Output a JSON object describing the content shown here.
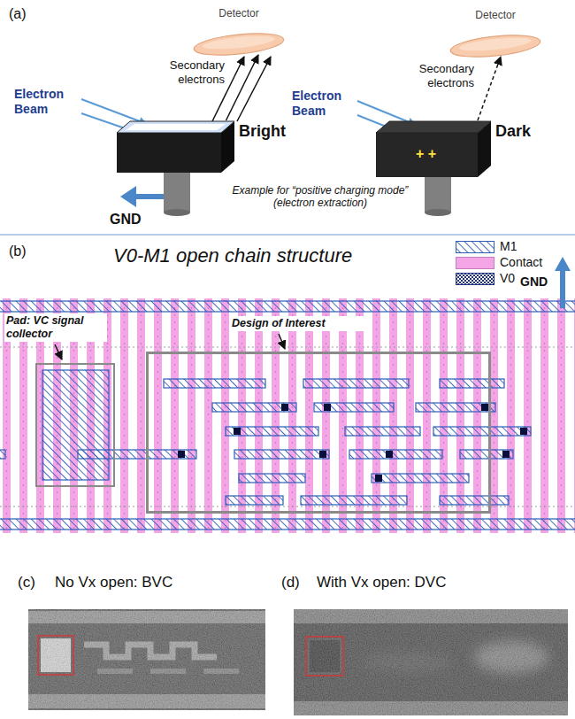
{
  "diagram": {
    "nodes": [
      {
        "text": [
          "Detector"
        ]
      },
      {
        "text": [
          "Detector"
        ]
      },
      {
        "text": [
          "Bright"
        ]
      },
      {
        "text": [
          "+ +",
          "Dark"
        ]
      },
      {
        "text": [
          "Pad: VC signal collector"
        ]
      },
      {
        "text": [
          "Design of Interest"
        ]
      }
    ],
    "edges": [
      {
        "from": 2,
        "to": 0,
        "arrow": "to",
        "label": "Secondary electrons"
      },
      {
        "from": 3,
        "to": 1,
        "arrow": "to",
        "label": "Secondary electrons"
      }
    ],
    "labels": [
      "(a)",
      "Electron Beam",
      "Electron Beam",
      "GND",
      "Example for “positive charging mode” (electron extraction)",
      "(b)",
      "V0-M1 open chain structure",
      "GND",
      "(c)",
      "No Vx open: BVC",
      "(d)",
      "With Vx open: DVC"
    ],
    "legend": [
      {
        "text": "M1"
      },
      {
        "text": "Contact",
        "color": "#f3a5e6"
      },
      {
        "text": "V0"
      }
    ]
  }
}
